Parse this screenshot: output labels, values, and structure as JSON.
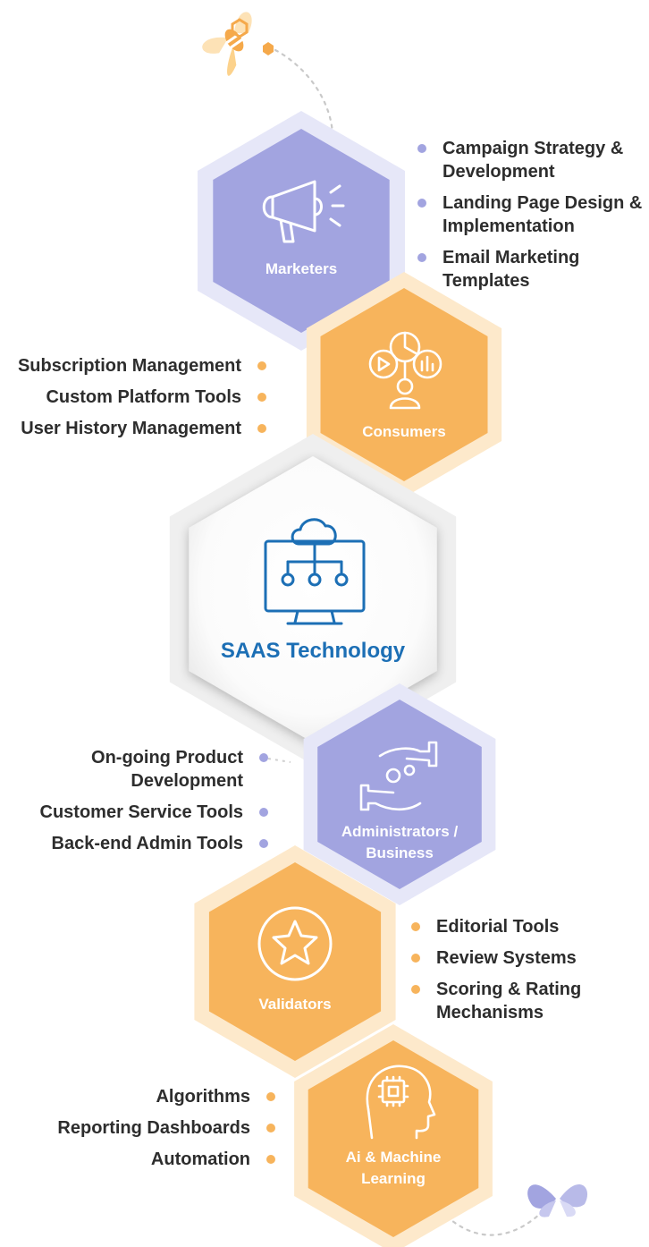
{
  "colors": {
    "purple": "#a2a4e0",
    "purple_ring": "#e6e7f8",
    "orange": "#f7b45c",
    "orange_ring": "#fde9cb",
    "center_ring": "#efefef",
    "center_text": "#1c6fb5",
    "text": "#2d2d2d"
  },
  "nodes": [
    {
      "id": "marketers",
      "label": "Marketers",
      "icon": "megaphone-icon",
      "color": "purple",
      "items": [
        "Campaign Strategy & Development",
        "Landing Page Design & Implementation",
        "Email Marketing Templates"
      ]
    },
    {
      "id": "consumers",
      "label": "Consumers",
      "icon": "consumer-analytics-icon",
      "color": "orange",
      "items": [
        "Subscription Management",
        "Custom Platform Tools",
        "User History Management"
      ]
    },
    {
      "id": "saas",
      "label": "SAAS Technology",
      "icon": "cloud-monitor-icon",
      "color": "center"
    },
    {
      "id": "administrators",
      "label": "Administrators / Business",
      "icon": "hands-gears-icon",
      "color": "purple",
      "items": [
        "On-going Product Development",
        "Customer Service Tools",
        "Back-end Admin Tools"
      ]
    },
    {
      "id": "validators",
      "label": "Validators",
      "icon": "star-badge-icon",
      "color": "orange",
      "items": [
        "Editorial Tools",
        "Review Systems",
        "Scoring & Rating Mechanisms"
      ]
    },
    {
      "id": "ai",
      "label": "Ai & Machine Learning",
      "icon": "ai-chip-head-icon",
      "color": "orange",
      "items": [
        "Algorithms",
        "Reporting Dashboards",
        "Automation"
      ]
    }
  ],
  "decorations": [
    "bee-icon",
    "butterfly-icon"
  ]
}
